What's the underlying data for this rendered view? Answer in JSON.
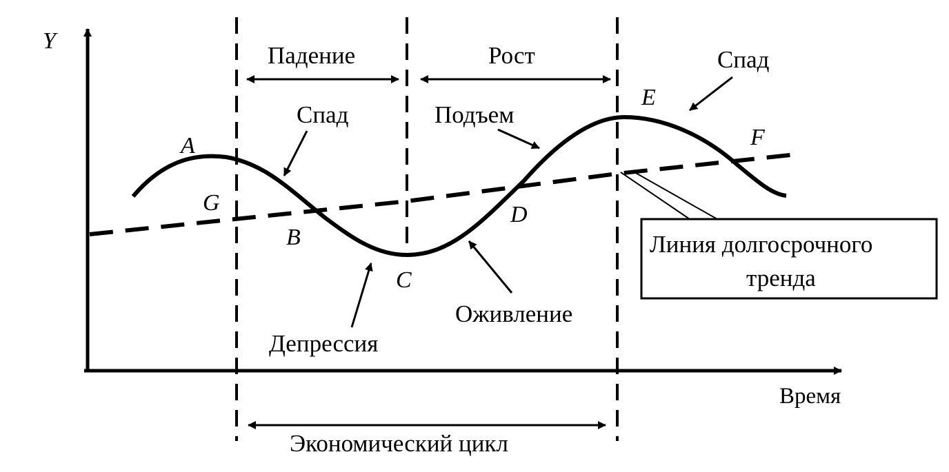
{
  "axes": {
    "y_label": "Y",
    "x_label": "Время"
  },
  "phases": {
    "fall": "Падение",
    "growth": "Рост"
  },
  "cycle_label": "Экономический цикл",
  "curve_labels": {
    "decline_left": "Спад",
    "decline_right": "Спад",
    "rise": "Подъем",
    "depression": "Депрессия",
    "revival": "Оживление"
  },
  "points": {
    "A": "A",
    "G": "G",
    "B": "B",
    "C": "C",
    "D": "D",
    "E": "E",
    "F": "F"
  },
  "trend_box": {
    "line1": "Линия долгосрочного",
    "line2": "тренда"
  },
  "colors": {
    "ink": "#000000",
    "background": "#ffffff"
  }
}
